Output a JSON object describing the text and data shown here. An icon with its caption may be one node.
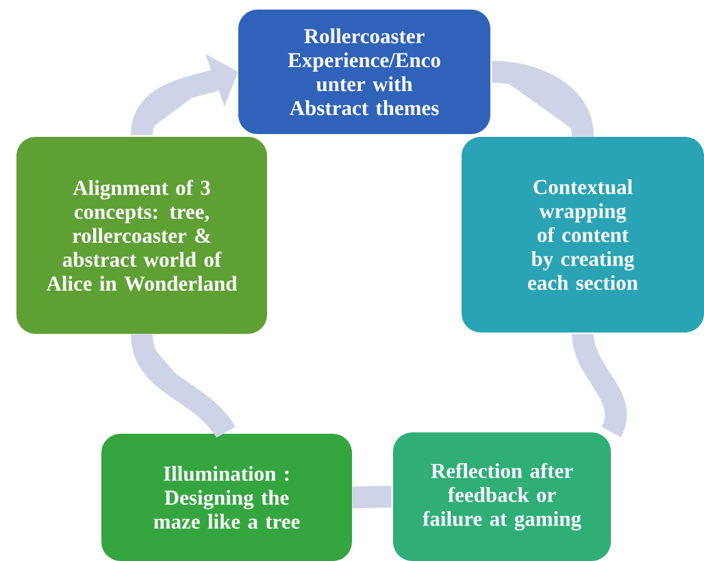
{
  "diagram": {
    "nodes": [
      {
        "text": [
          "Rollercoaster Experience/Enco unter with Abstract themes"
        ]
      },
      {
        "text": [
          "Alignment of 3 concepts: tree, rollercoaster & abstract world of Alice in Wonderland"
        ]
      },
      {
        "text": [
          "Contextual wrapping of content by creating each section"
        ]
      },
      {
        "text": [
          "Illumination : Designing the maze like a tree"
        ]
      },
      {
        "text": [
          "Reflection after feedback or failure at gaming"
        ]
      }
    ],
    "edges": [
      {
        "from": 0,
        "to": 2,
        "arrow": "none"
      },
      {
        "from": 2,
        "to": 4,
        "arrow": "none"
      },
      {
        "from": 4,
        "to": 3,
        "arrow": "none"
      },
      {
        "from": 3,
        "to": 1,
        "arrow": "none"
      },
      {
        "from": 1,
        "to": 0,
        "arrow": "to"
      }
    ]
  }
}
